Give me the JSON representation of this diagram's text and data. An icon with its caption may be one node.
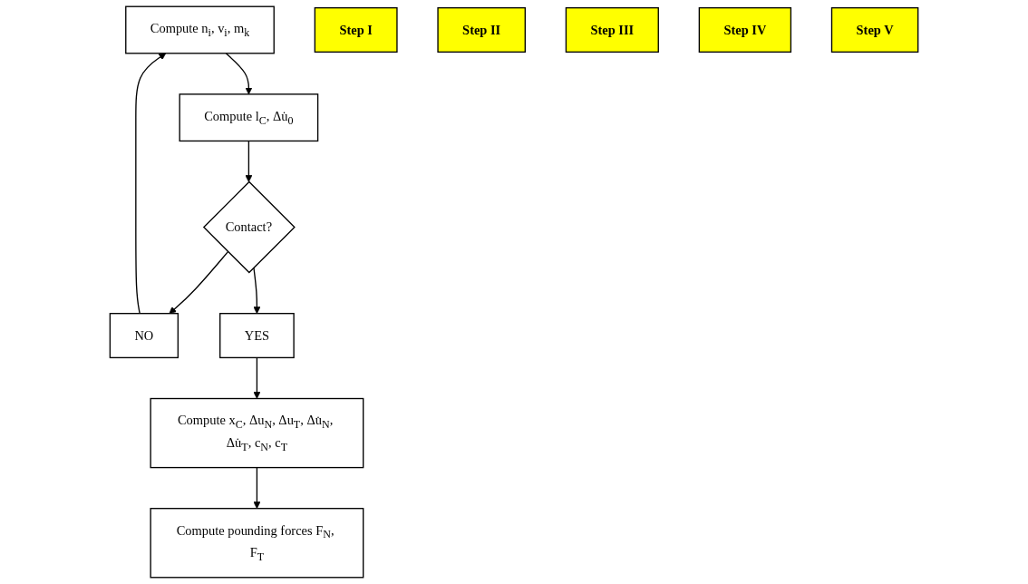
{
  "diagram": {
    "nodes": [
      {
        "text": [
          "Compute n$_{i}$, v$_{i}$, m$_{k}$"
        ]
      },
      {
        "text": [
          "Step I"
        ]
      },
      {
        "text": [
          "NO"
        ]
      },
      {
        "text": [
          "Compute l$_{C}$, Δu̇$_{0}$"
        ]
      },
      {
        "text": [
          "Step II"
        ]
      },
      {
        "text": [
          "Contact?"
        ]
      },
      {
        "text": [
          "Step III"
        ]
      },
      {
        "text": [
          "YES"
        ]
      },
      {
        "text": [
          "Step IV"
        ]
      },
      {
        "text": [
          "Compute x$_{C}$, Δu$_{N}$, Δu$_{T}$, Δu̇$_{N}$, Δu̇$_{T}$, c$_{N}$, c$_{T}$"
        ]
      },
      {
        "text": [
          "Step V"
        ]
      },
      {
        "text": [
          "Compute pounding forces F$_{N}$, F$_{T}$"
        ]
      }
    ],
    "edges": [
      {
        "from": 5,
        "to": 2,
        "arrow": "to"
      },
      {
        "from": 2,
        "to": 0,
        "arrow": "to"
      },
      {
        "from": 0,
        "to": 3,
        "arrow": "to"
      },
      {
        "from": 3,
        "to": 5,
        "arrow": "to"
      },
      {
        "from": 5,
        "to": 7,
        "arrow": "to"
      },
      {
        "from": 7,
        "to": 9,
        "arrow": "to"
      },
      {
        "from": 9,
        "to": 11,
        "arrow": "to"
      }
    ]
  }
}
